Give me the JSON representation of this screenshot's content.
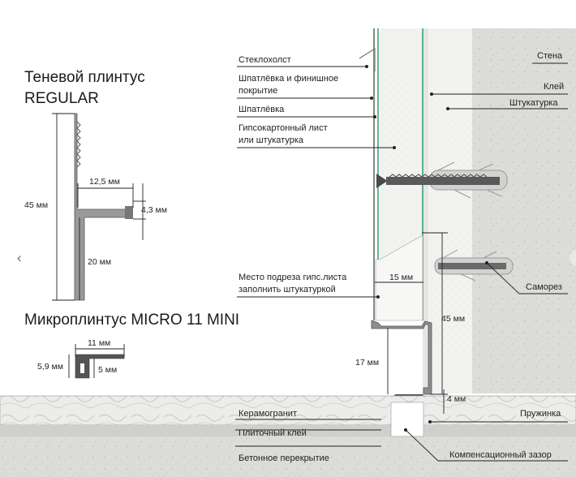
{
  "regular": {
    "title_line1": "Теневой плинтус",
    "title_line2": "REGULAR",
    "dim_height": "45 мм",
    "dim_width": "12,5 мм",
    "dim_lip": "4,3 мм",
    "dim_lower": "20 мм"
  },
  "micro": {
    "title": "Микроплинтус MICRO 11 MINI",
    "dim_width": "11 мм",
    "dim_height": "5,9 мм",
    "dim_inner": "5 мм"
  },
  "labels": {
    "steklokholst": "Стеклохолст",
    "shpatlevka_finish_1": "Шпатлёвка и финишное",
    "shpatlevka_finish_2": "покрытие",
    "shpatlevka": "Шпатлёвка",
    "gkl_1": "Гипсокартонный лист",
    "gkl_2": "или штукатурка",
    "cut_1": "Место подреза гипс.листа",
    "cut_2": "заполнить штукатуркой",
    "stena": "Стена",
    "klei": "Клей",
    "shtukaturka": "Штукатурка",
    "samorez": "Саморез",
    "keramogranit": "Керамогранит",
    "plitochny_klei": "Плиточный клей",
    "betonnoe": "Бетонное перекрытие",
    "pruzhinka": "Пружинка",
    "zazor": "Компенсационный зазор"
  },
  "dims": {
    "d15": "15 мм",
    "d45": "45 мм",
    "d17": "17 мм",
    "d4": "4 мм"
  },
  "nav": {
    "prev": "‹"
  },
  "colors": {
    "line": "#222222",
    "profile": "#888888",
    "green": "#2e9e6a",
    "concrete": "#d9d9d6"
  }
}
